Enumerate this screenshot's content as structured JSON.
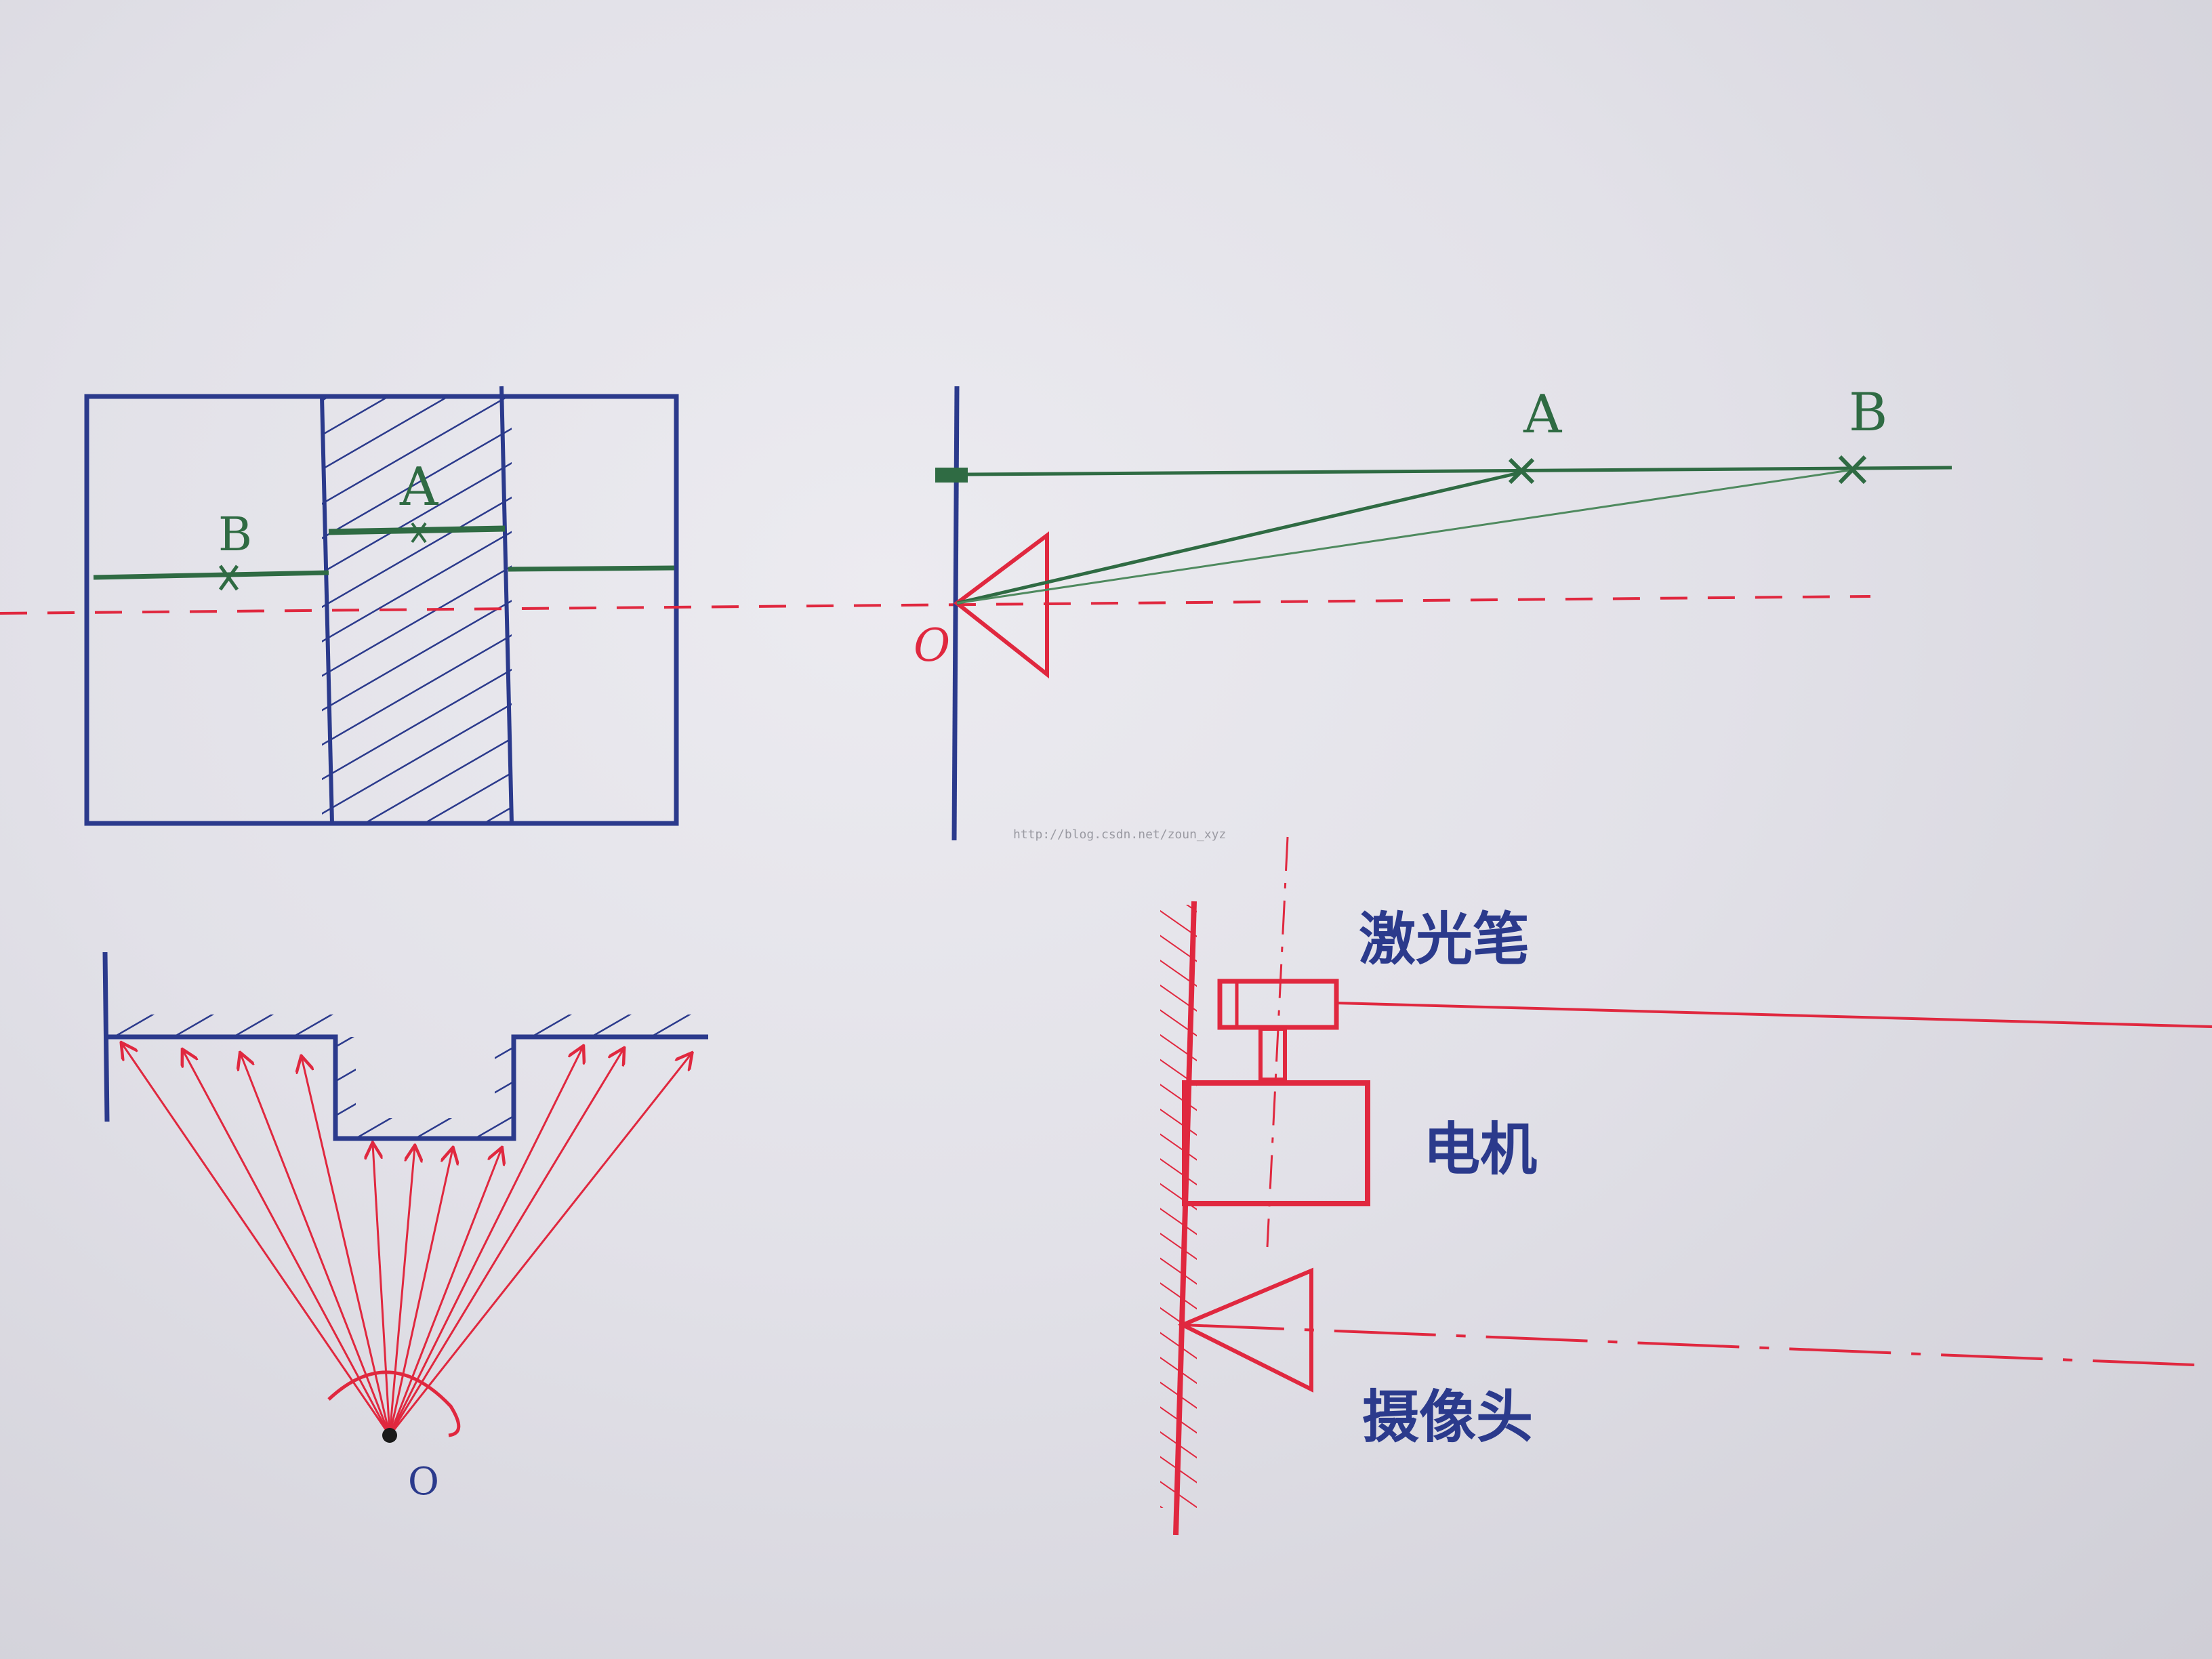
{
  "colors": {
    "blue": "#2b3a8c",
    "green": "#2f6b43",
    "red": "#e0283f"
  },
  "panel_top_left": {
    "label_a": "A",
    "label_b": "B"
  },
  "panel_top_right": {
    "label_a": "A",
    "label_b": "B",
    "label_origin": "O"
  },
  "panel_bottom_left": {
    "label_origin": "O"
  },
  "panel_bottom_right": {
    "label_laser": "激光笔",
    "label_motor": "电机",
    "label_camera": "摄像头"
  },
  "watermark": "http://blog.csdn.net/zoun_xyz"
}
